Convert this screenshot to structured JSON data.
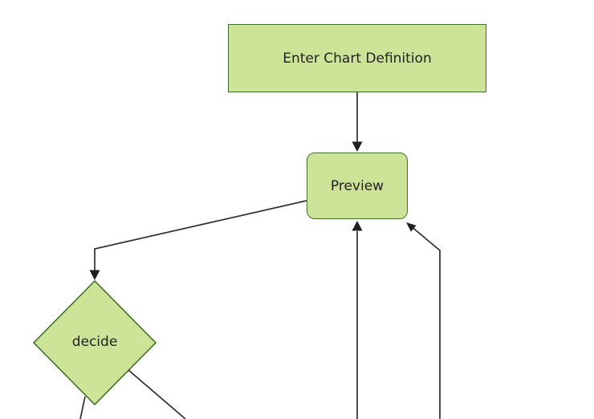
{
  "diagram": {
    "type": "flowchart",
    "direction": "top-down",
    "background_color": "#ffffff",
    "colors": {
      "node_fill": "#cde498",
      "node_border": "#3f7226",
      "edge_line": "#2e2e2e",
      "arrowhead": "#1f1f1f",
      "text": "#222222"
    },
    "nodes": [
      {
        "id": "enter-chart-definition",
        "label": "Enter Chart Definition",
        "shape": "rectangle"
      },
      {
        "id": "preview",
        "label": "Preview",
        "shape": "rounded-rectangle"
      },
      {
        "id": "decide",
        "label": "decide",
        "shape": "diamond"
      }
    ],
    "edges": [
      {
        "from": "enter-chart-definition",
        "to": "preview",
        "arrow": "down"
      },
      {
        "from": "preview",
        "to": "decide",
        "arrow": "down"
      },
      {
        "from": "offscreen-bottom-center",
        "to": "preview",
        "arrow": "up"
      },
      {
        "from": "offscreen-bottom-right",
        "to": "preview",
        "arrow": "up-left"
      },
      {
        "from": "decide",
        "to": "offscreen-bottom-left",
        "arrow": "none-visible"
      },
      {
        "from": "decide",
        "to": "offscreen-bottom-right",
        "arrow": "none-visible"
      }
    ]
  }
}
